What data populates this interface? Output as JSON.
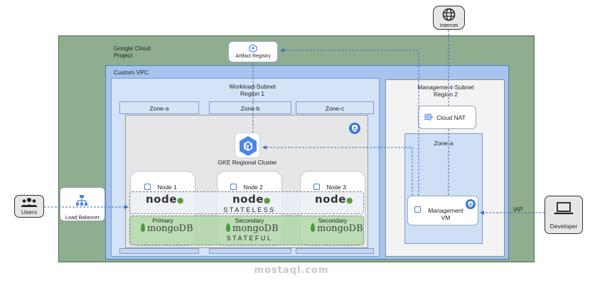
{
  "gcp": {
    "label_line1": "Google Cloud",
    "label_line2": "Project"
  },
  "vpc": {
    "label": "Custom VPC"
  },
  "artifact_registry": {
    "label": "Artifact Registry"
  },
  "workload_subnet": {
    "line1": "Workload-Subnet",
    "line2": "Region 1"
  },
  "management_subnet": {
    "line1": "Management-Subnet",
    "line2": "Region 2"
  },
  "zones": [
    "Zone-a",
    "Zone-b",
    "Zone-c"
  ],
  "management_zone": {
    "label": "Zone-a"
  },
  "cluster": {
    "label": "GKE Regional Cluster"
  },
  "nodes": [
    {
      "label": "Node 1",
      "mongo_role": "Primary"
    },
    {
      "label": "Node 2",
      "mongo_role": "Secondary"
    },
    {
      "label": "Node 3",
      "mongo_role": "Secondary"
    }
  ],
  "logos": {
    "node_text": "node",
    "mongo_text": "mongoDB"
  },
  "bands": {
    "stateless": "STATELESS",
    "stateful": "STATEFUL"
  },
  "cloud_nat": {
    "label": "Cloud NAT"
  },
  "management_vm": {
    "line1": "Management",
    "line2": "VM"
  },
  "internet": {
    "label": "Internet"
  },
  "users": {
    "label": "Users"
  },
  "load_balancer": {
    "label": "Load Balancer"
  },
  "developer": {
    "label": "Developer"
  },
  "iap": {
    "label": "IAP"
  },
  "watermark": {
    "text": "mostaql.com"
  },
  "colors": {
    "gcp_green": "#8fae8f",
    "vpc_blue": "#a7c4ee",
    "arrow_blue": "#3f6fc4",
    "mongo_green": "#b0d6a8"
  }
}
